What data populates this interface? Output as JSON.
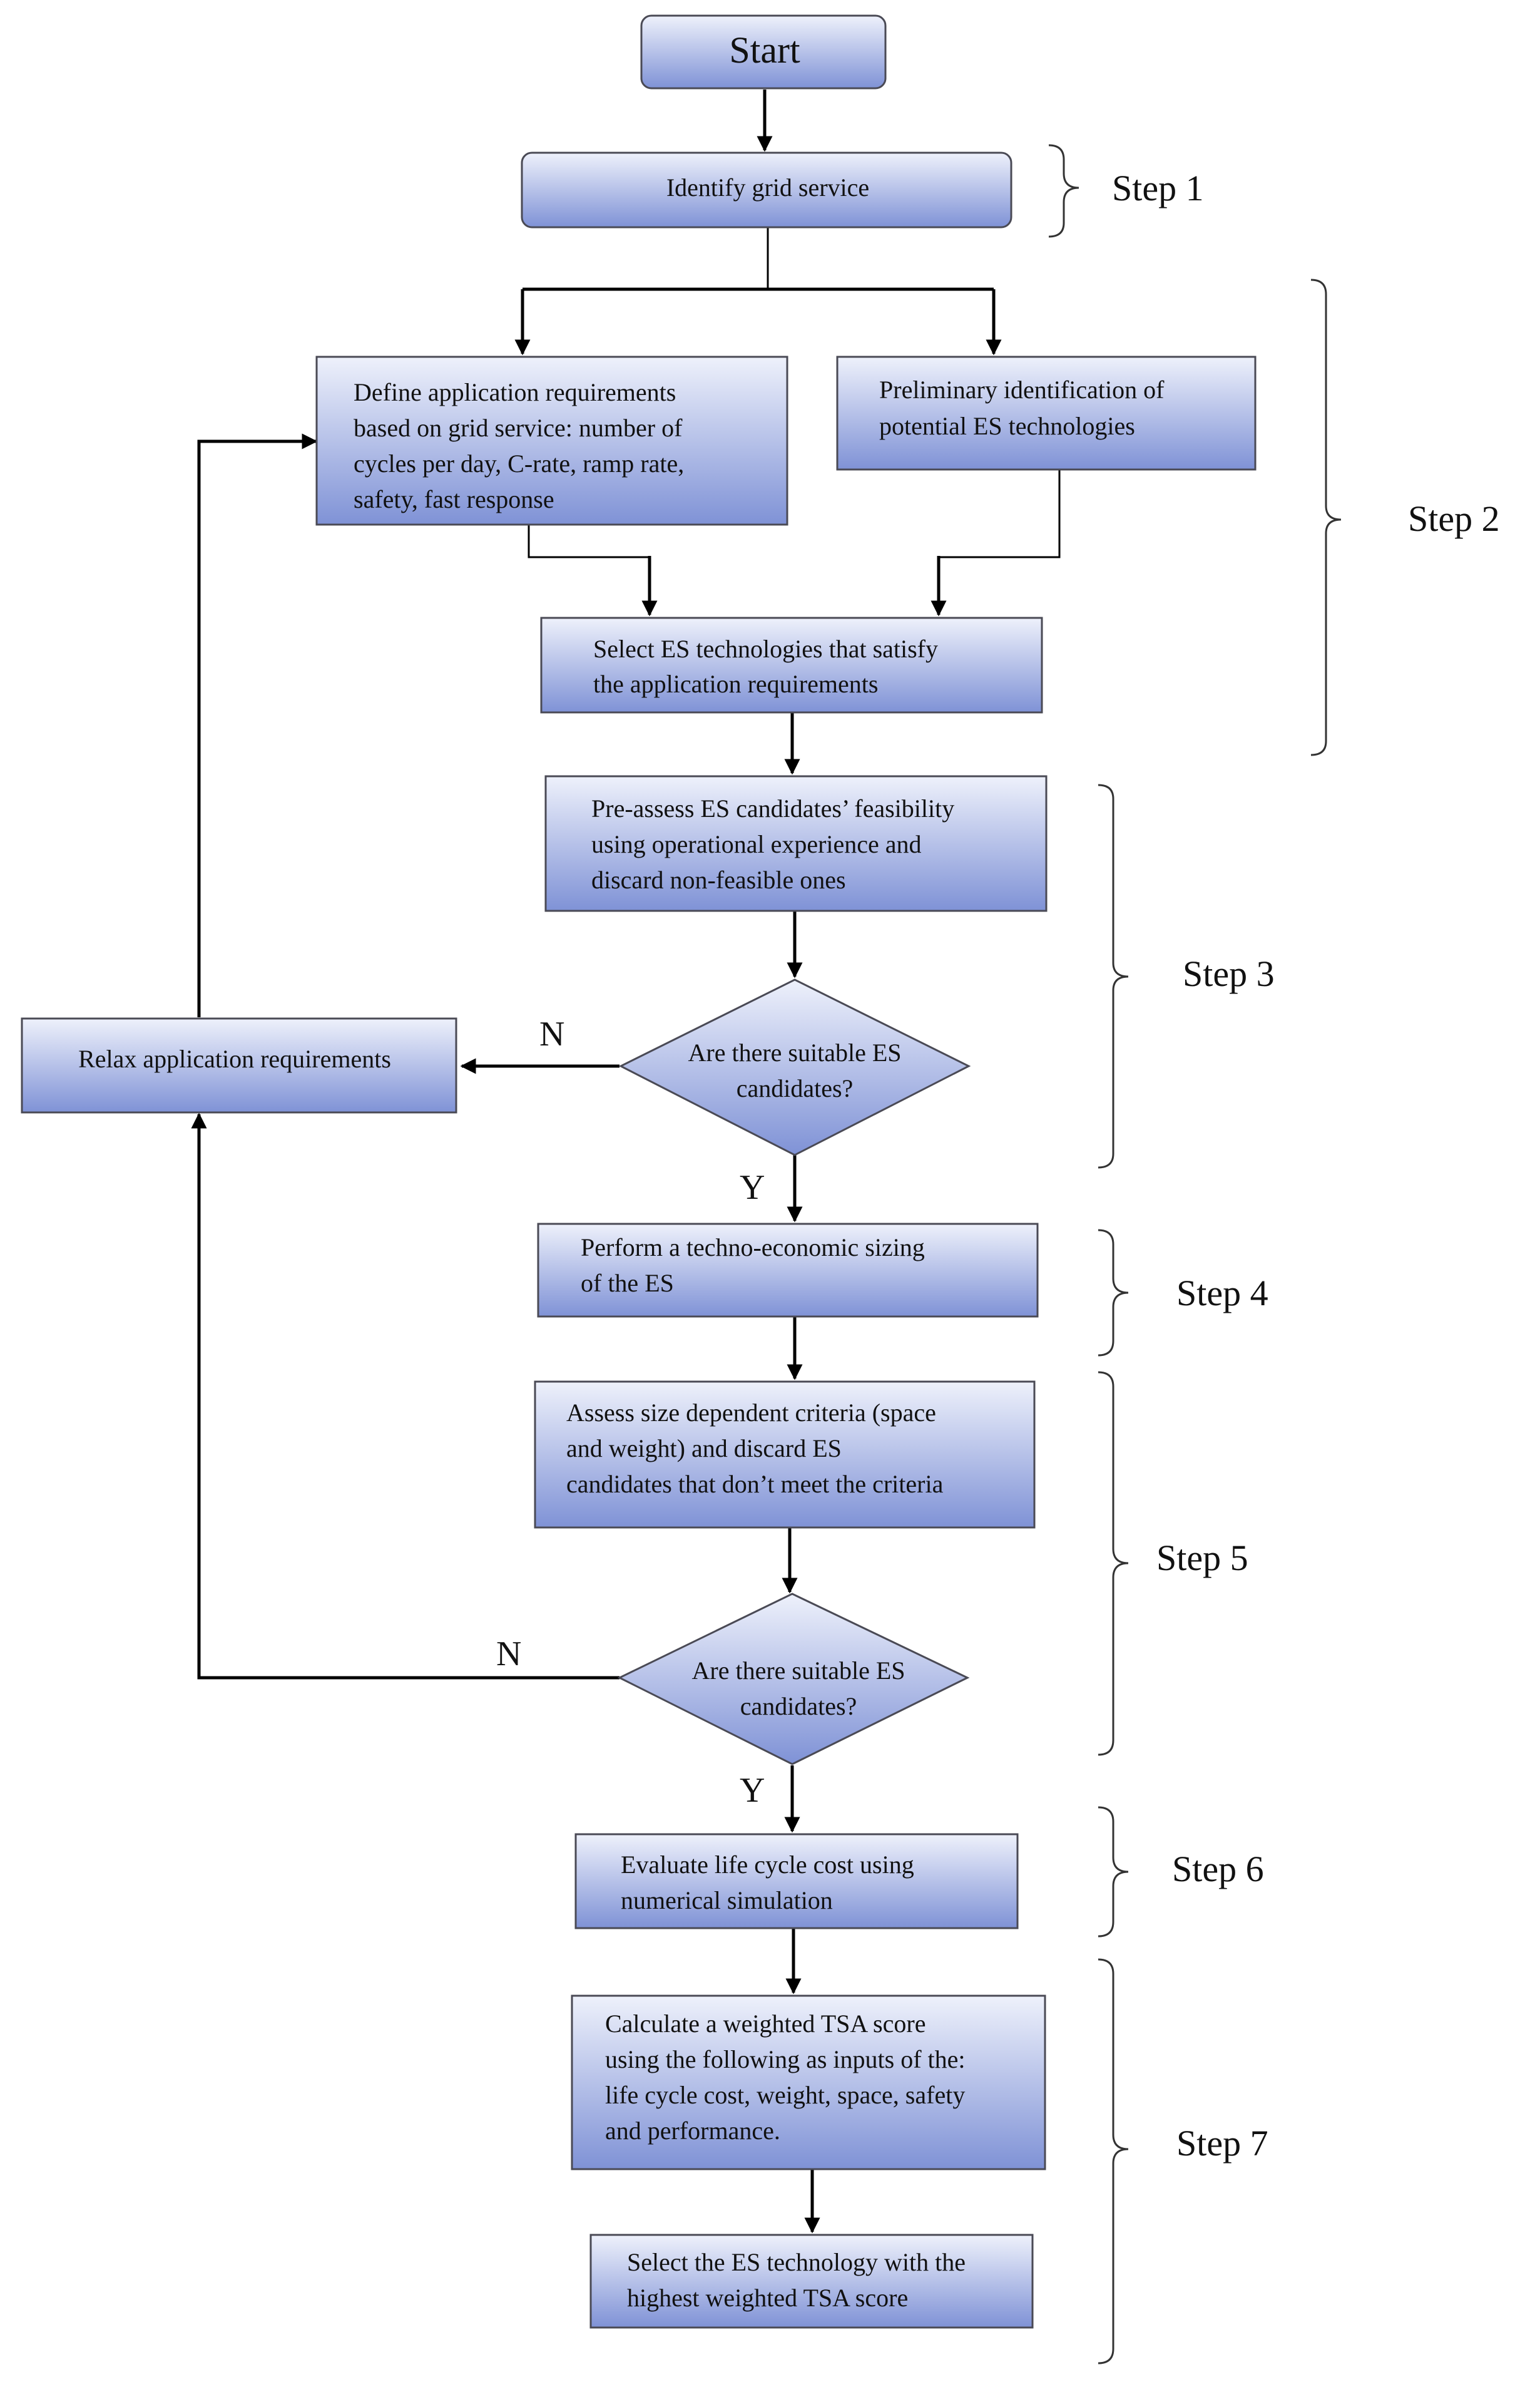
{
  "nodes": {
    "start": "Start",
    "identify": "Identify grid service",
    "define": [
      "Define application requirements",
      "based on grid service: number of",
      "cycles per day, C-rate, ramp rate,",
      "safety, fast response"
    ],
    "prelim": [
      "Preliminary identification of",
      "potential ES technologies"
    ],
    "select_es": [
      "Select ES technologies that satisfy",
      "the application requirements"
    ],
    "preassess": [
      "Pre-assess ES candidates’ feasibility",
      "using operational experience and",
      "discard non-feasible ones"
    ],
    "decision1": [
      "Are there suitable ES",
      "candidates?"
    ],
    "relax": "Relax application requirements",
    "sizing": [
      "Perform a techno-economic sizing",
      "of the ES"
    ],
    "assess": [
      "Assess size dependent criteria (space",
      "and weight) and discard ES",
      "candidates that don’t meet the criteria"
    ],
    "decision2": [
      "Are there suitable ES",
      "candidates?"
    ],
    "lcc": [
      "Evaluate life cycle cost using",
      "numerical simulation"
    ],
    "tsa": [
      "Calculate a weighted TSA score",
      "using the following as inputs of the:",
      "life cycle cost, weight, space, safety",
      "and performance."
    ],
    "final": [
      "Select the ES technology with the",
      "highest weighted TSA score"
    ]
  },
  "labels": {
    "yes": "Y",
    "no": "N"
  },
  "steps": [
    "Step 1",
    "Step 2",
    "Step 3",
    "Step 4",
    "Step 5",
    "Step 6",
    "Step 7"
  ],
  "colors": {
    "box_top": "#eef1fb",
    "box_bottom": "#7f92d6",
    "line": "#000000"
  }
}
